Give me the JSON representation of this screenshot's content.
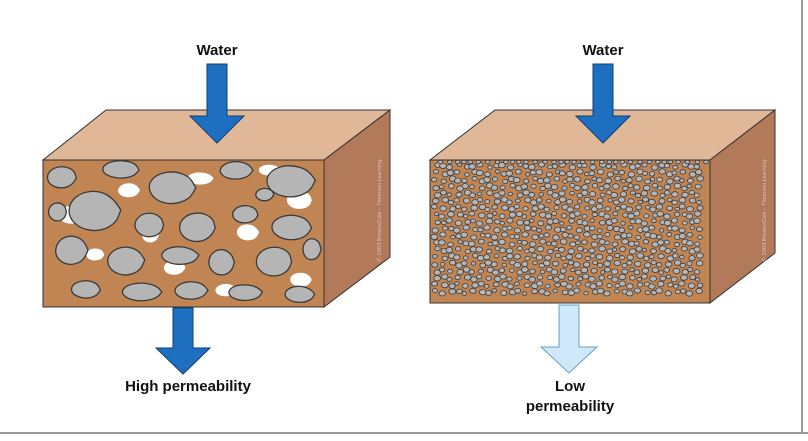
{
  "left_panel": {
    "water_label": "Water",
    "caption": "High permeability",
    "credit": "© 2003 Brooks/Cole – Thomson Learning"
  },
  "right_panel": {
    "water_label": "Water",
    "caption_line1": "Low",
    "caption_line2": "permeability",
    "credit": "© 2003 Brooks/Cole – Thomson Learning"
  },
  "colors": {
    "block_top": "#e0b898",
    "block_side": "#b37a5a",
    "block_front": "#c18553",
    "rock": "#b5b5b5",
    "rock_stroke": "#3a3a3a",
    "pore": "#ffffff",
    "arrow_in": "#1e6fbf",
    "arrow_out_high": "#1e6fbf",
    "arrow_out_low": "#cfe8fa",
    "frame": "#999999"
  }
}
